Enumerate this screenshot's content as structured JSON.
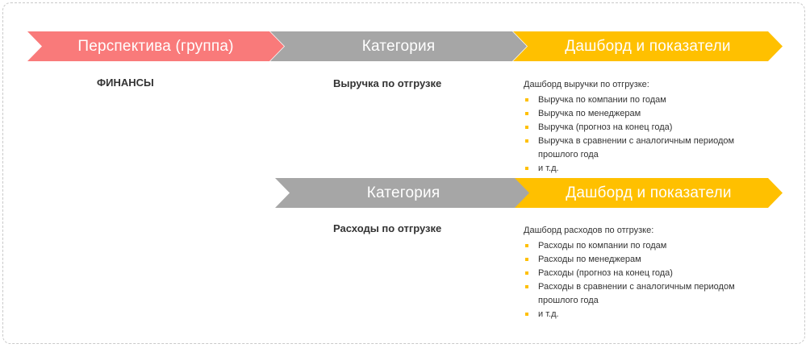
{
  "row1": {
    "perspective": "Перспектива (группа)",
    "category": "Категория",
    "dashboard": "Дашборд и показатели"
  },
  "row2": {
    "category": "Категория",
    "dashboard": "Дашборд и показатели"
  },
  "group_label": "ФИНАНСЫ",
  "category1_label": "Выручка по отгрузке",
  "category2_label": "Расходы по отгрузке",
  "dashboard1": {
    "intro": "Дашборд выручки по отгрузке:",
    "items": [
      "Выручка по компании по годам",
      "Выручка по менеджерам",
      "Выручка (прогноз на конец года)",
      "Выручка в сравнении с аналогичным периодом прошлого года",
      "и т.д."
    ]
  },
  "dashboard2": {
    "intro": "Дашборд расходов по отгрузке:",
    "items": [
      "Расходы по компании по годам",
      "Расходы по менеджерам",
      "Расходы (прогноз на конец года)",
      "Расходы в сравнении с аналогичным периодом прошлого года",
      "и т.д."
    ]
  },
  "colors": {
    "perspective": "#f97a7a",
    "category": "#a6a6a6",
    "dashboard": "#ffc000",
    "bullet": "#ffc000"
  }
}
